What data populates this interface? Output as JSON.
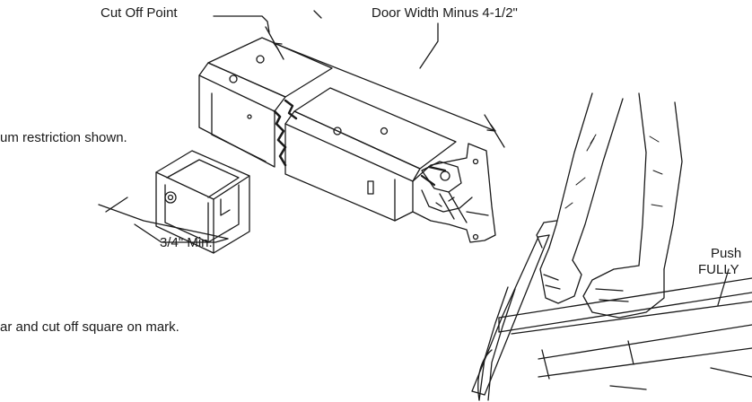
{
  "labels": {
    "cut_off_point": "Cut Off Point",
    "door_width": "Door Width Minus 4-1/2\"",
    "restriction_note": "um restriction shown.",
    "min_dimension": "3/4\" Min.",
    "cut_instruction": "ar and cut off square on mark.",
    "push_line1": "Push",
    "push_line2": "FULLY"
  },
  "colors": {
    "ink": "#1a1a1a",
    "paper": "#ffffff"
  }
}
